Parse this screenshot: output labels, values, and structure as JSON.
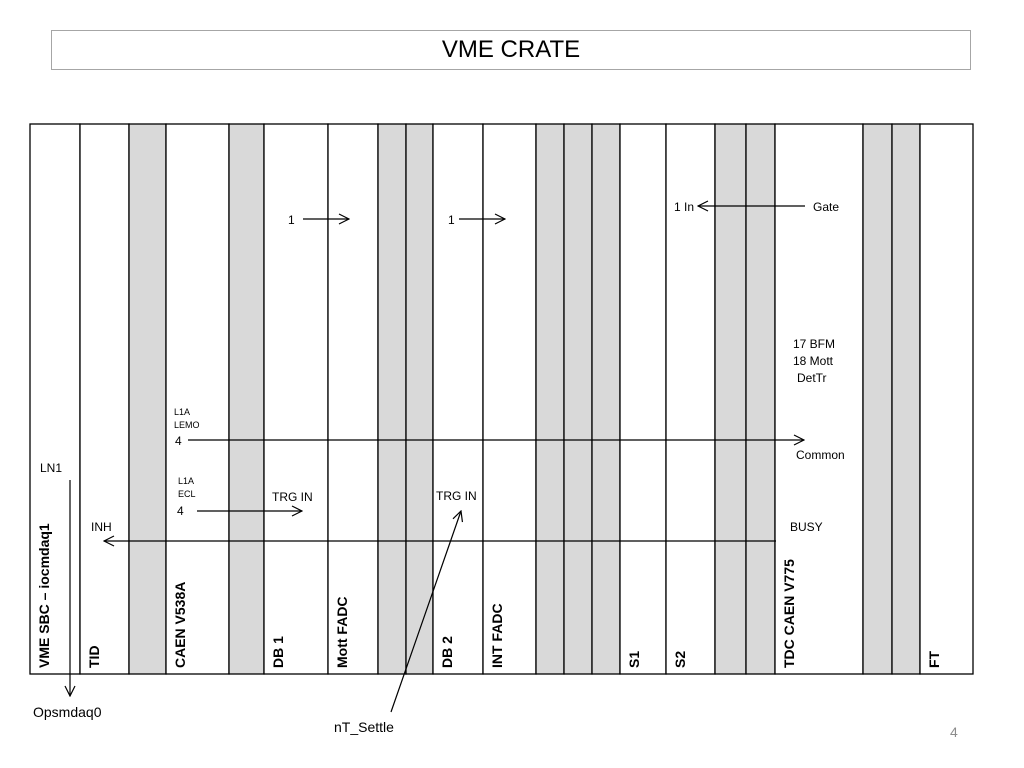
{
  "title": "VME CRATE",
  "page_number": "4",
  "colors": {
    "shaded_slot": "#d9d9d9",
    "line": "#000000",
    "title_border": "#a6a6a6"
  },
  "slots": [
    {
      "label": "VME SBC – iocmdaq1",
      "shaded": false
    },
    {
      "label": "TID",
      "shaded": false
    },
    {
      "label": "",
      "shaded": true
    },
    {
      "label": "CAEN V538A",
      "shaded": false
    },
    {
      "label": "",
      "shaded": true
    },
    {
      "label": "DB 1",
      "shaded": false
    },
    {
      "label": "Mott FADC",
      "shaded": false
    },
    {
      "label": "",
      "shaded": true
    },
    {
      "label": "",
      "shaded": true
    },
    {
      "label": "DB 2",
      "shaded": false
    },
    {
      "label": "INT FADC",
      "shaded": false
    },
    {
      "label": "",
      "shaded": true
    },
    {
      "label": "",
      "shaded": true
    },
    {
      "label": "",
      "shaded": true
    },
    {
      "label": "S1",
      "shaded": false
    },
    {
      "label": "S2",
      "shaded": false
    },
    {
      "label": "",
      "shaded": true
    },
    {
      "label": "",
      "shaded": true
    },
    {
      "label": "TDC CAEN V775",
      "shaded": false
    },
    {
      "label": "",
      "shaded": true
    },
    {
      "label": "",
      "shaded": true
    },
    {
      "label": "FT",
      "shaded": false
    }
  ],
  "annotations": {
    "db1_one": "1",
    "db2_one": "1",
    "one_in": "1 In",
    "gate": "Gate",
    "tdc_ch17": "17 BFM",
    "tdc_ch18": "18 Mott",
    "tdc_dettr": "DetTr",
    "l1a_lemo_1": "L1A",
    "l1a_lemo_2": "LEMO",
    "lemo_ch": "4",
    "common": "Common",
    "ln1": "LN1",
    "l1a_ecl_1": "L1A",
    "l1a_ecl_2": "ECL",
    "ecl_ch": "4",
    "trg_in_db1": "TRG IN",
    "trg_in_db2": "TRG IN",
    "inh": "INH",
    "busy": "BUSY",
    "opsmdaq0": "Opsmdaq0",
    "nt_settle": "nT_Settle"
  }
}
